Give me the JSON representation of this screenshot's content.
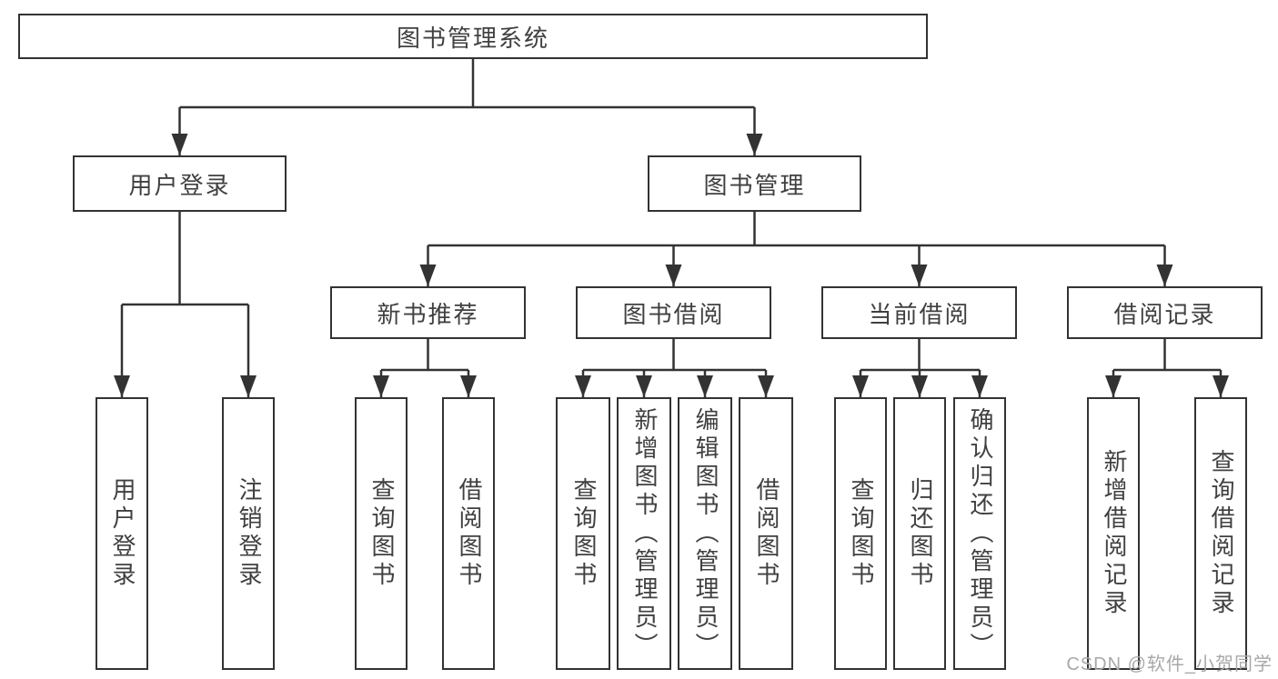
{
  "tree": {
    "root": {
      "label": "图书管理系统",
      "children": [
        {
          "label": "用户登录",
          "children": [
            {
              "label": "用户登录"
            },
            {
              "label": "注销登录"
            }
          ]
        },
        {
          "label": "图书管理",
          "children": [
            {
              "label": "新书推荐",
              "children": [
                {
                  "label": "查询图书"
                },
                {
                  "label": "借阅图书"
                }
              ]
            },
            {
              "label": "图书借阅",
              "children": [
                {
                  "label": "查询图书"
                },
                {
                  "label": "新增图书（管理员）"
                },
                {
                  "label": "编辑图书（管理员）"
                },
                {
                  "label": "借阅图书"
                }
              ]
            },
            {
              "label": "当前借阅",
              "children": [
                {
                  "label": "查询图书"
                },
                {
                  "label": "归还图书"
                },
                {
                  "label": "确认归还（管理员）"
                }
              ]
            },
            {
              "label": "借阅记录",
              "children": [
                {
                  "label": "新增借阅记录"
                },
                {
                  "label": "查询借阅记录"
                }
              ]
            }
          ]
        }
      ]
    }
  },
  "watermark": {
    "text": "CSDN @软件_小贺同学"
  },
  "colors": {
    "line": "#333333",
    "box_border": "#333333",
    "text": "#404040",
    "watermark": "#a8a8a8",
    "background": "#ffffff"
  }
}
